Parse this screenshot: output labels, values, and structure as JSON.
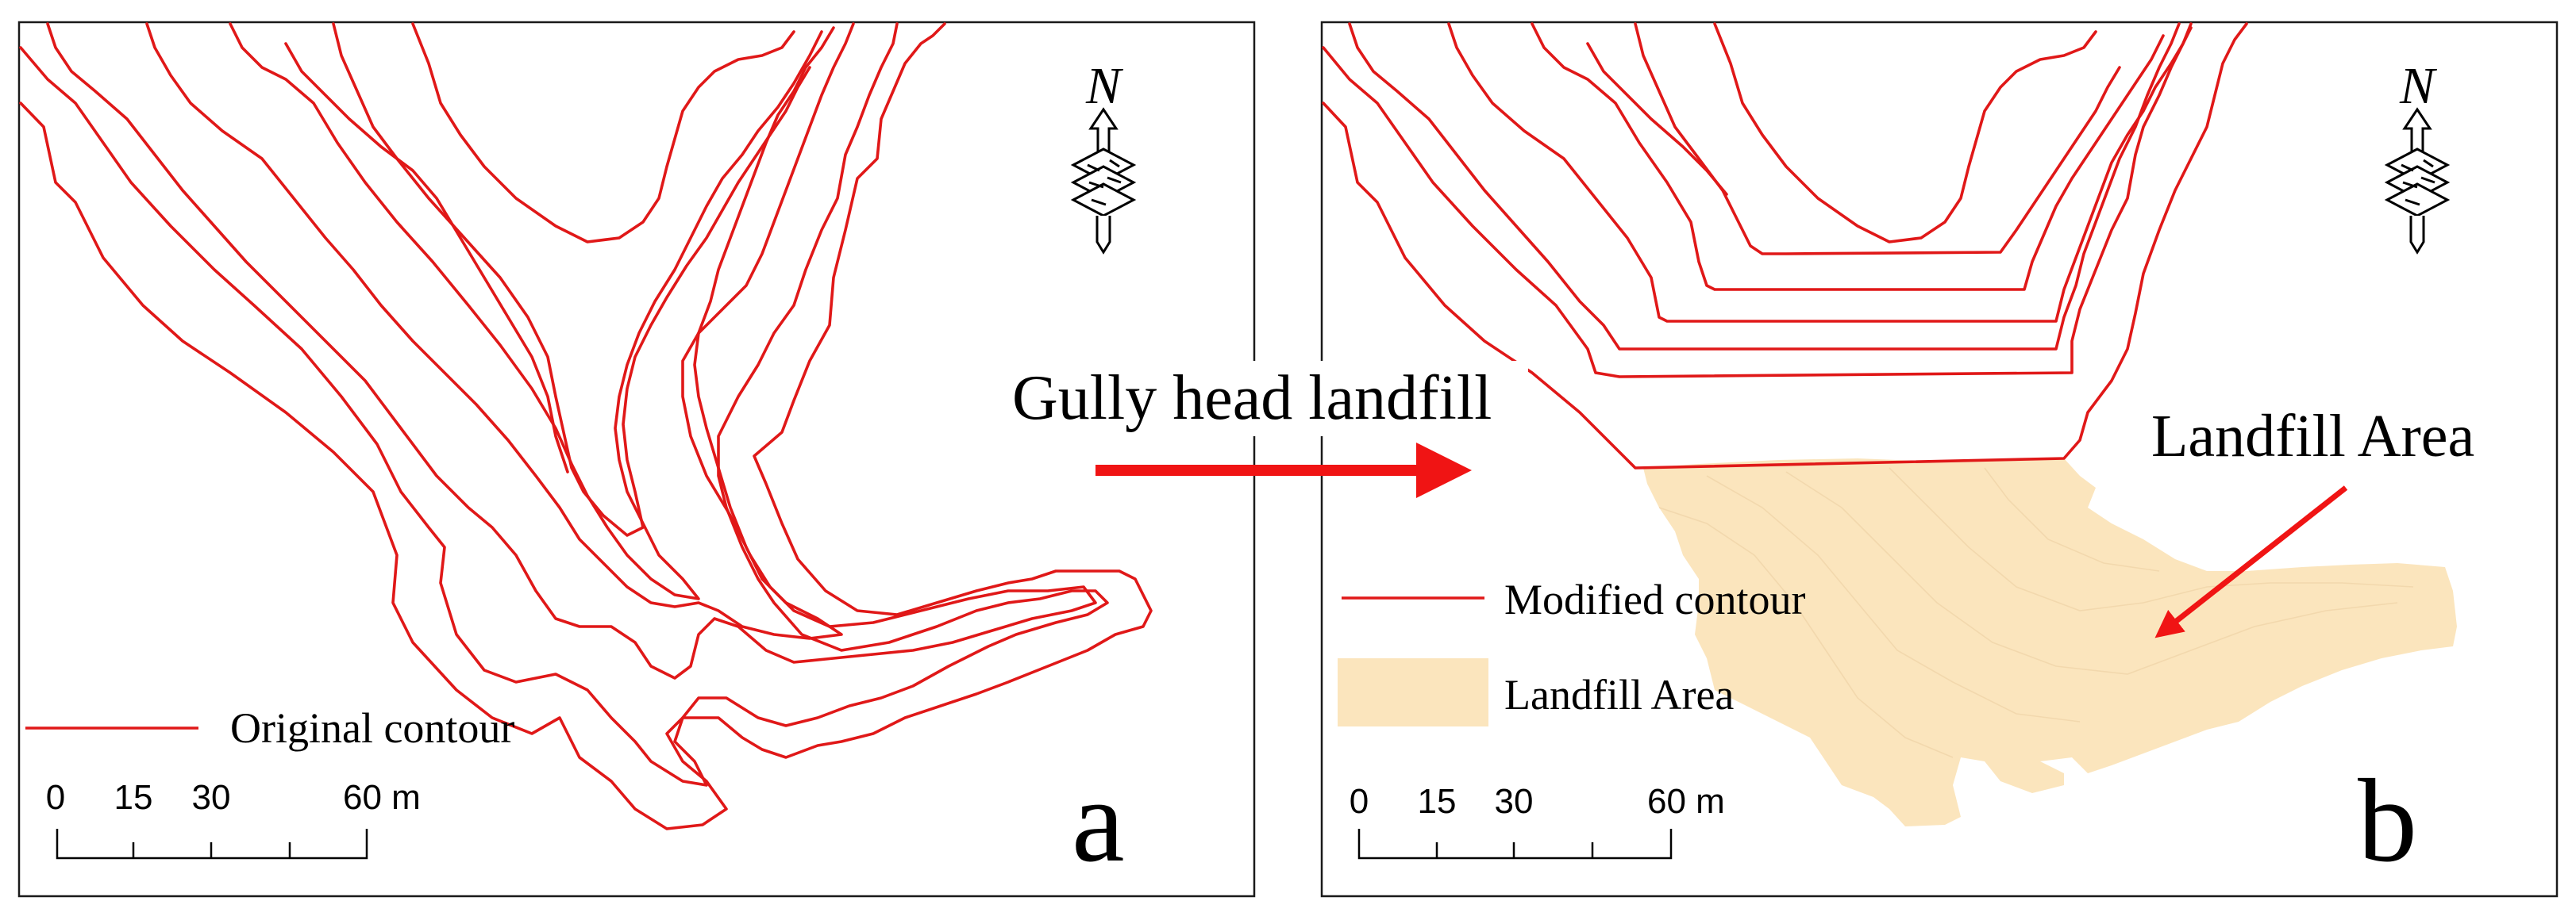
{
  "panels": [
    {
      "letter": "a",
      "legend": {
        "label": "Original contour"
      },
      "scale": {
        "ticks": [
          "0",
          "15",
          "30",
          "60 m"
        ]
      }
    },
    {
      "letter": "b",
      "legend": [
        {
          "label": "Modified contour"
        },
        {
          "label": "Landfill Area"
        }
      ],
      "scale": {
        "ticks": [
          "0",
          "15",
          "30",
          "60 m"
        ]
      },
      "annotation": "Landfill Area"
    }
  ],
  "transition_label": "Gully head landfill",
  "north_arrow": {
    "letter": "N",
    "icon": "north-arrow-icon"
  },
  "colors": {
    "contour": "#e01818",
    "landfill": "#fbe5bd",
    "arrow": "#f01414"
  }
}
